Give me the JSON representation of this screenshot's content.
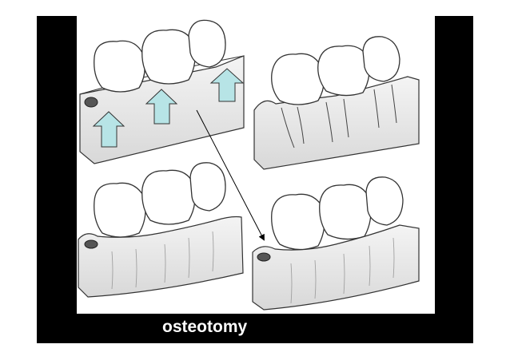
{
  "caption": "osteotomy",
  "colors": {
    "background": "#ffffff",
    "slide_frame": "#000000",
    "arrow_fill": "#b7e4e6",
    "bone": "#eeeeee",
    "outline": "#333333"
  },
  "illustrations": [
    {
      "id": "before-osteotomy",
      "icons": [
        "tooth-icon",
        "bone-block-icon",
        "up-arrow-icon"
      ]
    },
    {
      "id": "reshaped-alveolar-bone",
      "icons": [
        "tooth-icon",
        "bone-block-icon"
      ]
    },
    {
      "id": "gingiva-covered",
      "icons": [
        "tooth-icon",
        "gingiva-icon"
      ]
    },
    {
      "id": "final-result",
      "icons": [
        "tooth-icon",
        "gingiva-icon"
      ]
    }
  ]
}
